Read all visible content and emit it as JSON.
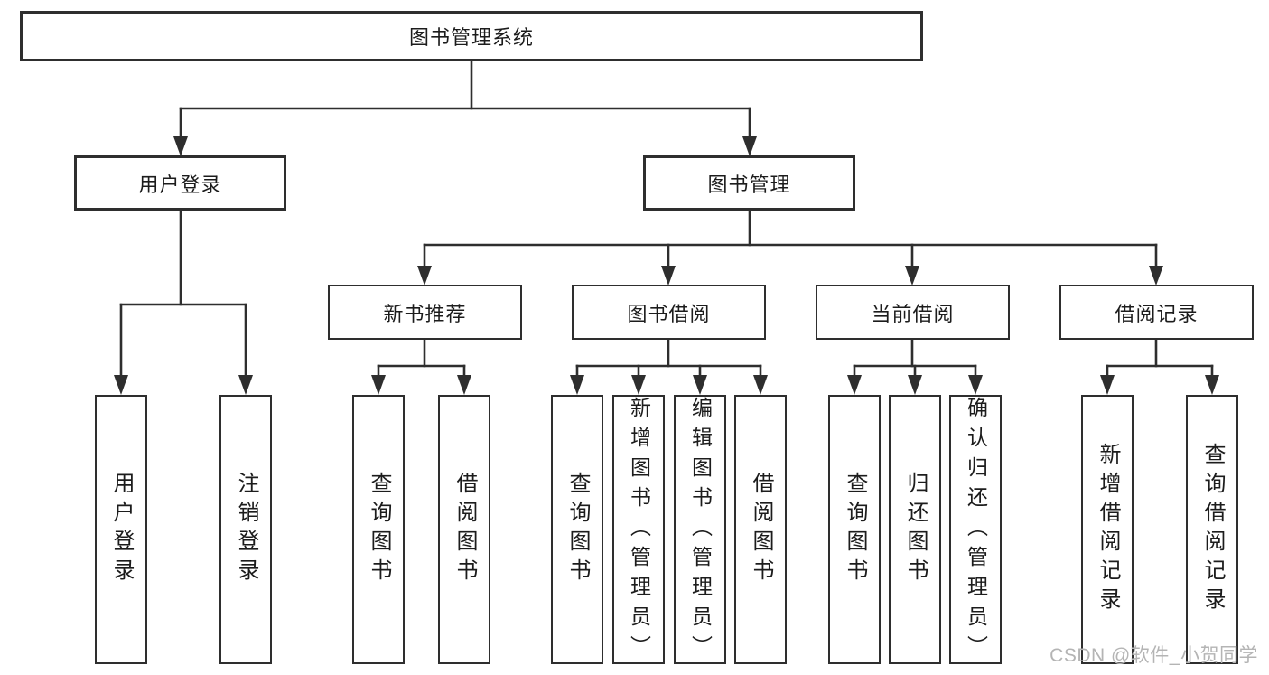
{
  "diagram": {
    "title": "图书管理系统",
    "watermark": "CSDN @软件_小贺同学",
    "colors": {
      "line": "#2e2e2e",
      "box_border": "#2e2e2e",
      "text": "#1c1c1c",
      "watermark": "#b4b4b4",
      "background": "#ffffff"
    },
    "nodes": {
      "root": {
        "label": "图书管理系统"
      },
      "user_login": {
        "label": "用户登录"
      },
      "book_mgmt": {
        "label": "图书管理"
      },
      "new_book_rec": {
        "label": "新书推荐"
      },
      "book_borrow": {
        "label": "图书借阅"
      },
      "current_borrow": {
        "label": "当前借阅"
      },
      "borrow_record": {
        "label": "借阅记录"
      },
      "leaf_user_login": {
        "label": "用户登录"
      },
      "leaf_logout": {
        "label": "注销登录"
      },
      "nbr_query_book": {
        "label": "查询图书"
      },
      "nbr_borrow_book": {
        "label": "借阅图书"
      },
      "bb_query_book": {
        "label": "查询图书"
      },
      "bb_add_book": {
        "label": "新增图书（管理员）"
      },
      "bb_edit_book": {
        "label": "编辑图书（管理员）"
      },
      "bb_borrow_book": {
        "label": "借阅图书"
      },
      "cb_query_book": {
        "label": "查询图书"
      },
      "cb_return_book": {
        "label": "归还图书"
      },
      "cb_confirm_return": {
        "label": "确认归还（管理员）"
      },
      "br_add_record": {
        "label": "新增借阅记录"
      },
      "br_query_record": {
        "label": "查询借阅记录"
      }
    },
    "edges": [
      "图书管理系统->用户登录",
      "图书管理系统->图书管理",
      "用户登录->用户登录(叶)",
      "用户登录->注销登录",
      "图书管理->新书推荐",
      "图书管理->图书借阅",
      "图书管理->当前借阅",
      "图书管理->借阅记录",
      "新书推荐->查询图书",
      "新书推荐->借阅图书",
      "图书借阅->查询图书",
      "图书借阅->新增图书（管理员）",
      "图书借阅->编辑图书（管理员）",
      "图书借阅->借阅图书",
      "当前借阅->查询图书",
      "当前借阅->归还图书",
      "当前借阅->确认归还（管理员）",
      "借阅记录->新增借阅记录",
      "借阅记录->查询借阅记录"
    ]
  }
}
